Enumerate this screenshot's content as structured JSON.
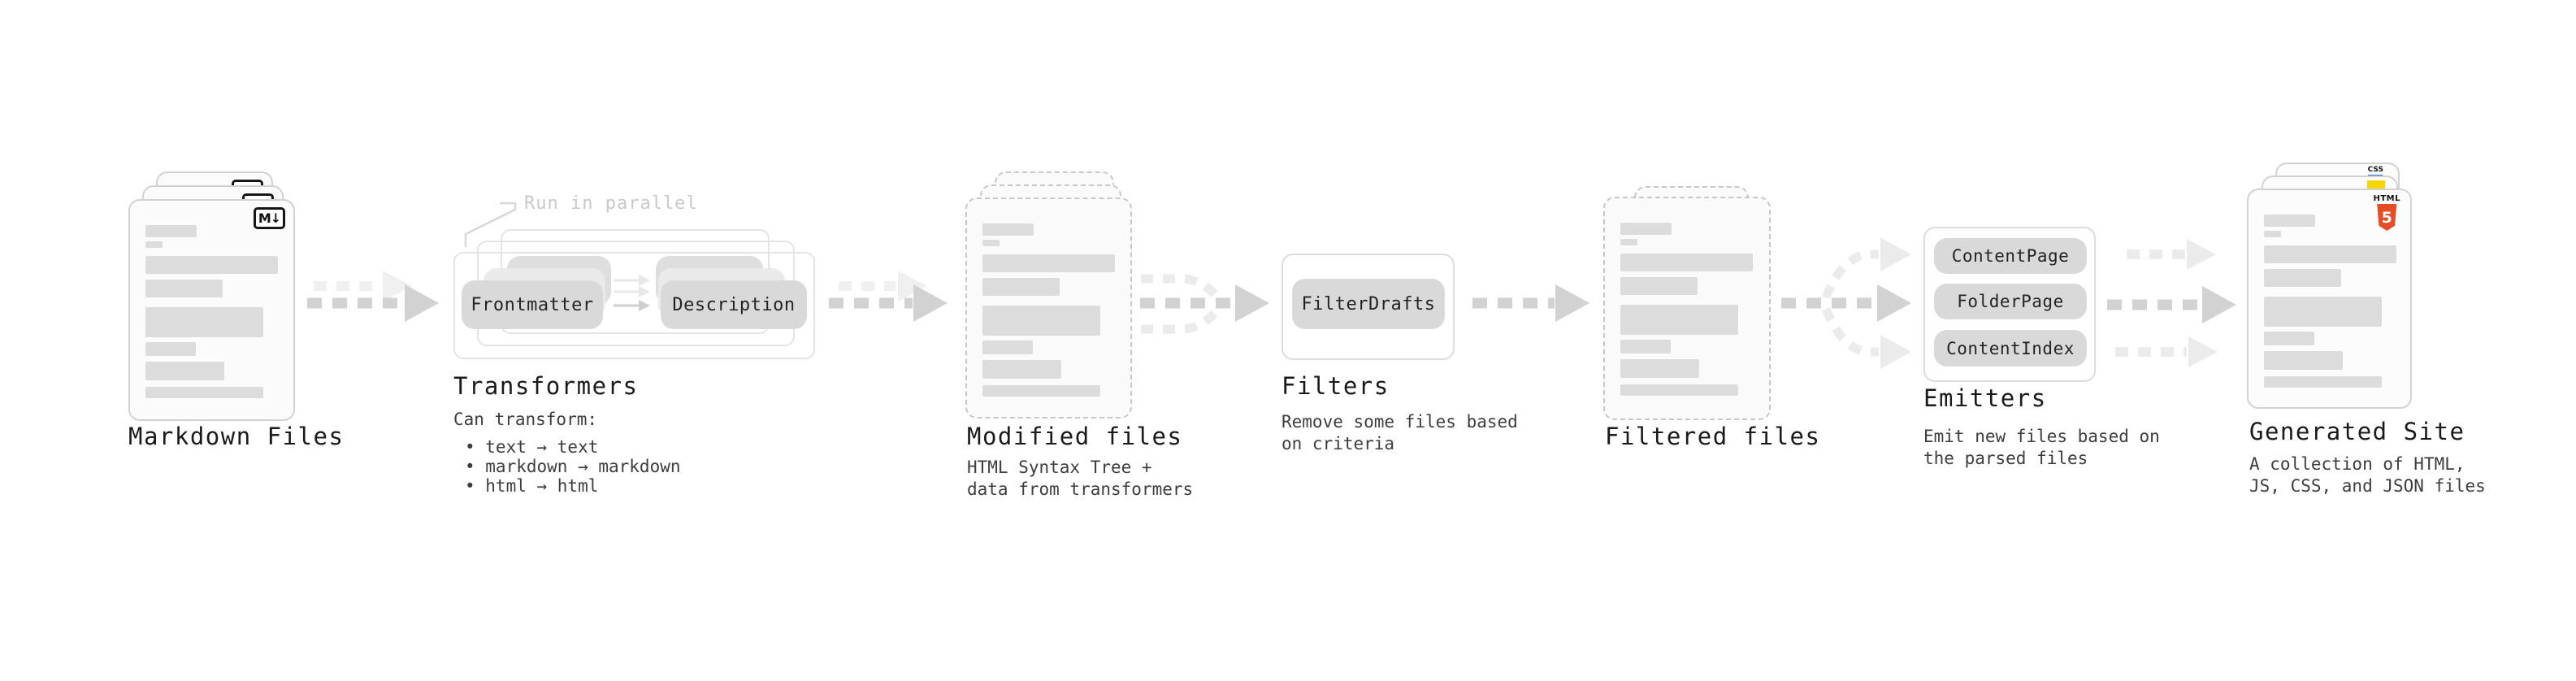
{
  "diagram": {
    "stages": [
      {
        "id": "markdown-files",
        "label": "Markdown Files"
      },
      {
        "id": "transformers",
        "label": "Transformers",
        "annotation": "Run in parallel",
        "buttons": [
          "Frontmatter",
          "Description"
        ],
        "description_title": "Can transform:",
        "bullets": [
          "• text → text",
          "• markdown → markdown",
          "• html → html"
        ]
      },
      {
        "id": "modified-files",
        "label": "Modified files",
        "description": "HTML Syntax Tree +\ndata from transformers"
      },
      {
        "id": "filters",
        "label": "Filters",
        "buttons": [
          "FilterDrafts"
        ],
        "description": "Remove some files based\non criteria"
      },
      {
        "id": "filtered-files",
        "label": "Filtered files"
      },
      {
        "id": "emitters",
        "label": "Emitters",
        "buttons": [
          "ContentPage",
          "FolderPage",
          "ContentIndex"
        ],
        "description": "Emit new files based on\nthe parsed files"
      },
      {
        "id": "generated-site",
        "label": "Generated Site",
        "description": "A collection of HTML,\nJS, CSS, and JSON files"
      }
    ],
    "badges": {
      "markdown": "M↓",
      "html5_text": "HTML",
      "html5_number": "5",
      "css_text": "CSS"
    },
    "colors": {
      "arrow_dark": "#d2d2d2",
      "arrow_light": "#f0f0f0",
      "arrow_branch": "#ebebeb",
      "card_border": "#d2d2d2",
      "dashed_border": "#c7c7c7",
      "button_fill": "#d9d9d9",
      "html5_orange": "#e44d26",
      "js_yellow": "#f5d506",
      "css_blue": "#2965f1"
    }
  }
}
